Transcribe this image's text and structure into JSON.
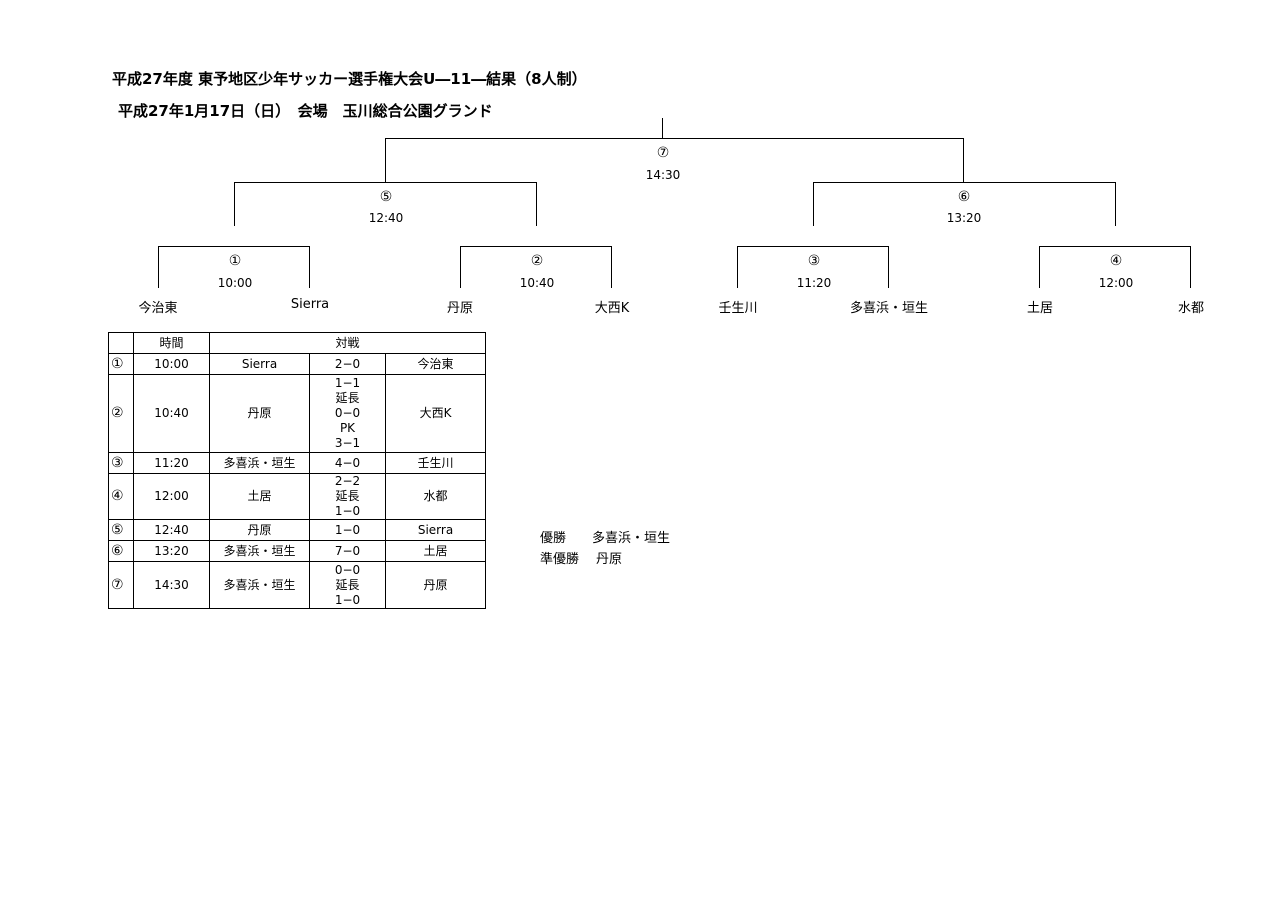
{
  "title": "平成27年度 東予地区少年サッカー選手権大会U―11―結果（8人制）",
  "subtitle": "平成27年1月17日（日）　会場　玉川総合公園グランド",
  "bracket": {
    "final": {
      "num": "⑦",
      "time": "14:30"
    },
    "semis": [
      {
        "num": "⑤",
        "time": "12:40"
      },
      {
        "num": "⑥",
        "time": "13:20"
      }
    ],
    "quarters": [
      {
        "num": "①",
        "time": "10:00",
        "left": "今治東",
        "right": "Sierra"
      },
      {
        "num": "②",
        "time": "10:40",
        "left": "丹原",
        "right": "大西K"
      },
      {
        "num": "③",
        "time": "11:20",
        "left": "壬生川",
        "right": "多喜浜・垣生"
      },
      {
        "num": "④",
        "time": "12:00",
        "left": "土居",
        "right": "水都"
      }
    ]
  },
  "table": {
    "headers": {
      "time": "時間",
      "match": "対戦"
    },
    "rows": [
      {
        "num": "①",
        "time": "10:00",
        "team1": "Sierra",
        "score": [
          "2−0"
        ],
        "team2": "今治東"
      },
      {
        "num": "②",
        "time": "10:40",
        "team1": "丹原",
        "score": [
          "1−1",
          "延長",
          "0−0",
          "PK",
          "3−1"
        ],
        "team2": "大西K"
      },
      {
        "num": "③",
        "time": "11:20",
        "team1": "多喜浜・垣生",
        "score": [
          "4−0"
        ],
        "team2": "壬生川"
      },
      {
        "num": "④",
        "time": "12:00",
        "team1": "土居",
        "score": [
          "2−2",
          "延長",
          "1−0"
        ],
        "team2": "水都"
      },
      {
        "num": "⑤",
        "time": "12:40",
        "team1": "丹原",
        "score": [
          "1−0"
        ],
        "team2": "Sierra"
      },
      {
        "num": "⑥",
        "time": "13:20",
        "team1": "多喜浜・垣生",
        "score": [
          "7−0"
        ],
        "team2": "土居"
      },
      {
        "num": "⑦",
        "time": "14:30",
        "team1": "多喜浜・垣生",
        "score": [
          "0−0",
          "延長",
          "1−0"
        ],
        "team2": "丹原"
      }
    ]
  },
  "summary": {
    "winner_label": "優勝",
    "winner": "多喜浜・垣生",
    "runner_up_label": "準優勝",
    "runner_up": "丹原"
  }
}
